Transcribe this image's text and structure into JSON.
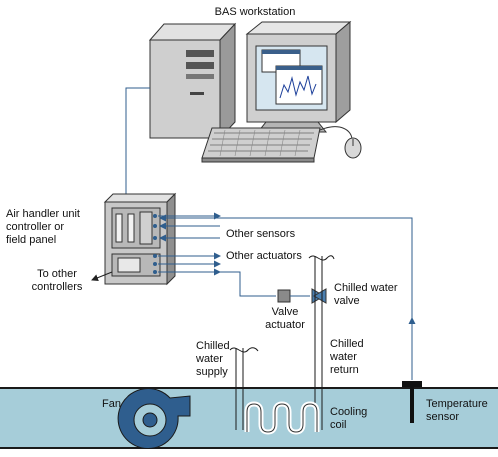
{
  "labels": {
    "workstation": "BAS workstation",
    "controller": "Air handler unit\ncontroller or\nfield panel",
    "to_other_controllers": "To other\ncontrollers",
    "other_sensors": "Other sensors",
    "other_actuators": "Other actuators",
    "chilled_water_valve": "Chilled water\nvalve",
    "valve_actuator": "Valve\nactuator",
    "chilled_water_supply": "Chilled\nwater\nsupply",
    "chilled_water_return": "Chilled\nwater\nreturn",
    "fan": "Fan",
    "cooling_coil": "Cooling\ncoil",
    "temperature_sensor": "Temperature\nsensor"
  },
  "colors": {
    "wire": "#2f5e8e",
    "duct": "#a6cdd9",
    "equipment": "#c8c8c8",
    "equipment_dark": "#8f8f8f",
    "screen": "#d6e6f0"
  }
}
